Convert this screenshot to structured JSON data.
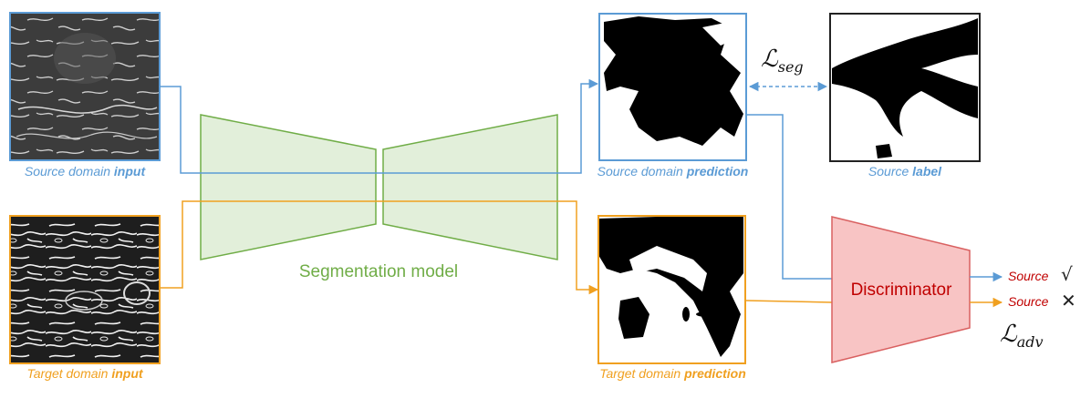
{
  "images": {
    "source_input": {
      "caption_prefix": "Source domain ",
      "caption_bold": "input",
      "border_color": "#5b9bd5"
    },
    "target_input": {
      "caption_prefix": "Target domain ",
      "caption_bold": "input",
      "border_color": "#f0a020"
    },
    "source_prediction": {
      "caption_prefix": "Source domain ",
      "caption_bold": "prediction",
      "border_color": "#5b9bd5"
    },
    "target_prediction": {
      "caption_prefix": "Target domain ",
      "caption_bold": "prediction",
      "border_color": "#f0a020"
    },
    "source_label": {
      "caption_prefix": "Source ",
      "caption_bold": "label",
      "border_color": "#222222"
    }
  },
  "model": {
    "label": "Segmentation model",
    "fill": "#e2efda",
    "stroke": "#70ad47"
  },
  "discriminator": {
    "label": "Discriminator",
    "fill": "#f8c4c4",
    "stroke": "#d96060"
  },
  "losses": {
    "seg_symbol": "ℒ",
    "seg_sub": "seg",
    "adv_symbol": "ℒ",
    "adv_sub": "adv"
  },
  "outputs": [
    {
      "label": "Source",
      "mark": "√"
    },
    {
      "label": "Source",
      "mark": "✕"
    }
  ],
  "colors": {
    "source_flow": "#5b9bd5",
    "target_flow": "#f0a020",
    "text_red": "#c00000"
  }
}
